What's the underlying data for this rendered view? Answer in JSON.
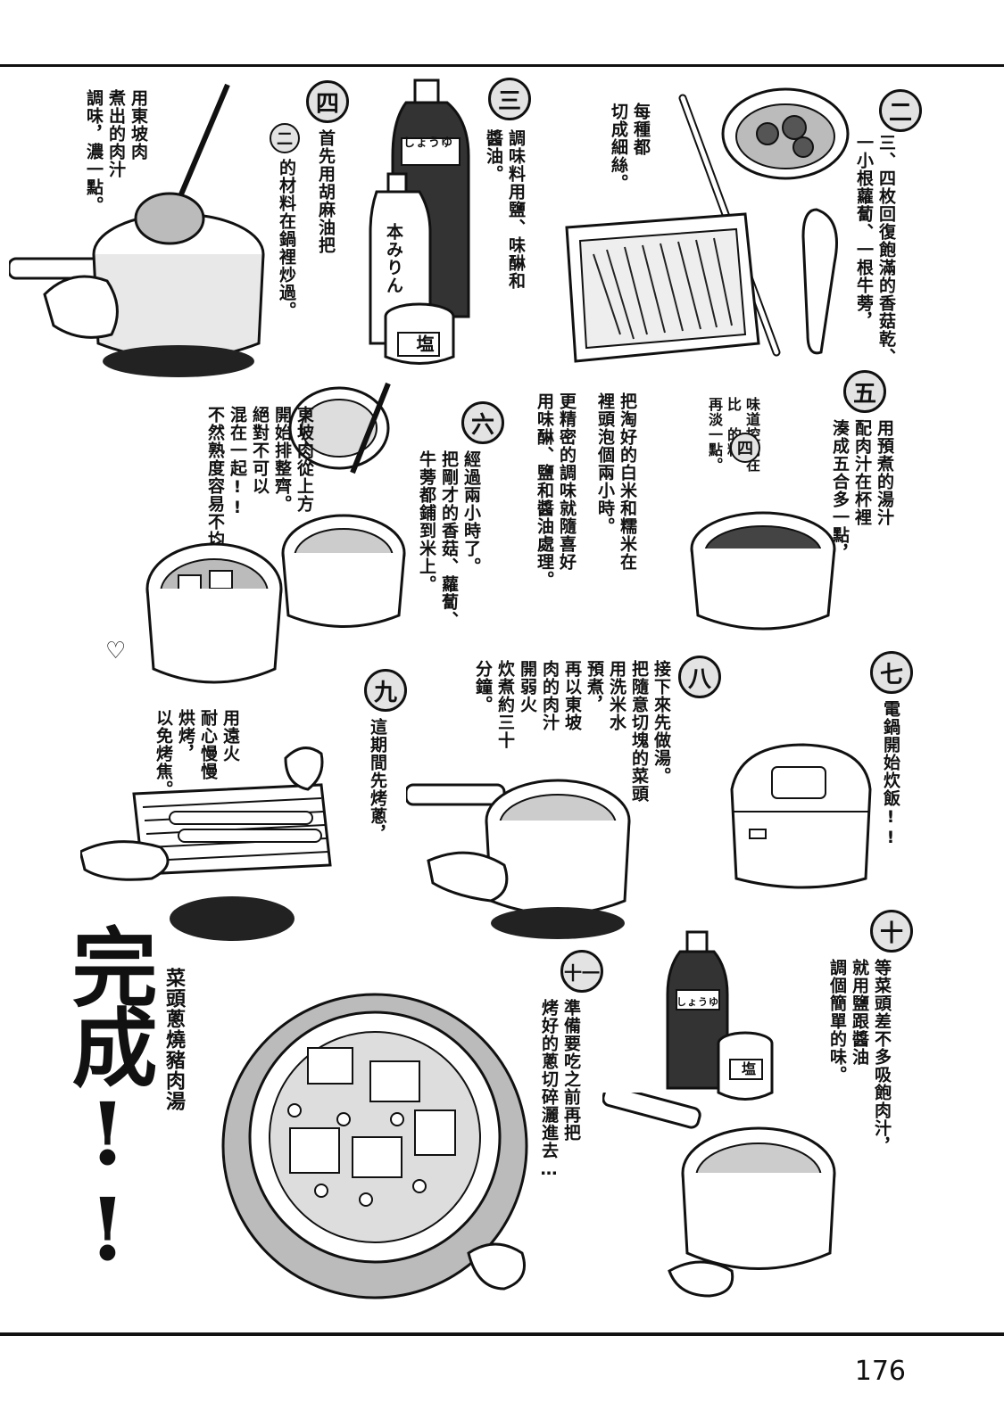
{
  "steps": [
    {
      "badge": "二",
      "text": "三、四枚回復飽滿的香菇乾、\n一小根蘿蔔、一根牛蒡，"
    },
    {
      "badge": "",
      "text": "每種都\n切成細絲。"
    },
    {
      "badge": "三",
      "text": "調味料用鹽、味醂和\n醬油。"
    },
    {
      "badge": "四",
      "text": "首先用胡麻油把"
    },
    {
      "badge": "二",
      "text": "的材料在鍋裡炒過。"
    },
    {
      "badge": "",
      "text": "用東坡肉\n煮出的肉汁\n調味，濃一點。"
    },
    {
      "badge": "五",
      "text": "用預煮的湯汁\n配肉汁在杯裡\n湊成五合多一點，"
    },
    {
      "badge": "四",
      "text": "味道控制在\n比　的料\n再淡一點。"
    },
    {
      "badge": "",
      "text": "把淘好的白米和糯米在\n裡頭泡個兩小時。"
    },
    {
      "badge": "",
      "text": "更精密的調味就隨喜好\n用味醂、鹽和醬油處理。"
    },
    {
      "badge": "六",
      "text": "經過兩小時了。\n把剛才的香菇、蘿蔔、\n牛蒡都鋪到米上。"
    },
    {
      "badge": "",
      "text": "東坡肉從上方\n開始排整齊。\n絕對不可以\n混在一起!!\n不然熟度容易不均喔"
    },
    {
      "badge": "七",
      "text": "電鍋開始炊飯!!"
    },
    {
      "badge": "八",
      "text": "接下來先做湯。\n把隨意切塊的菜頭\n用洗米水\n預煮，\n再以東坡\n肉的肉汁\n開弱火\n炊煮約三十\n分鐘。"
    },
    {
      "badge": "九",
      "text": "這期間先烤蔥，"
    },
    {
      "badge": "",
      "text": "用遠火\n耐心慢慢\n烘烤，\n以免烤焦。"
    },
    {
      "badge": "十",
      "text": "等菜頭差不多吸飽肉汁，\n就用鹽跟醬油\n調個簡單的味。"
    },
    {
      "badge": "十一",
      "text": "準備要吃之前再把\n烤好的蔥切碎灑進去…"
    }
  ],
  "labels": {
    "soy_bottle": "しょうゆ",
    "mirin_bottle": "本みりん",
    "salt_jar": "塩",
    "soy_bottle_2": "しょうゆ",
    "salt_jar_2": "塩",
    "dish_name": "菜頭蔥燒豬肉湯",
    "done": "完成!!",
    "page_number": "176"
  }
}
